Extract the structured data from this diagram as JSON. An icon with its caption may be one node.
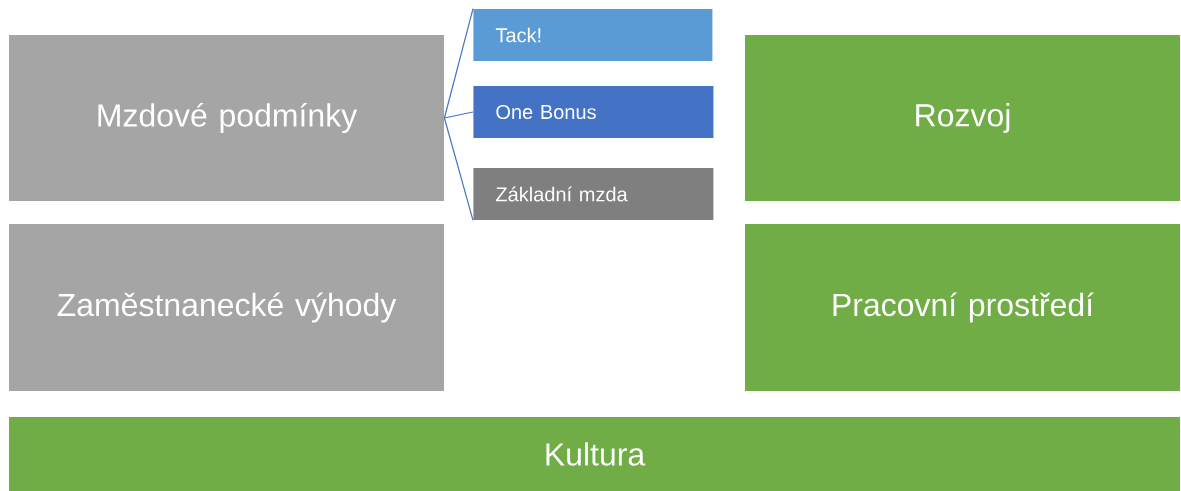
{
  "diagram": {
    "nodes": [
      {
        "text": [
          "Mzdové podmínky"
        ]
      },
      {
        "text": [
          "Tack!"
        ]
      },
      {
        "text": [
          "One Bonus"
        ]
      },
      {
        "text": [
          "Základní mzda"
        ]
      },
      {
        "text": [
          "Zaměstnanecké výhody"
        ]
      },
      {
        "text": [
          "Rozvoj"
        ]
      },
      {
        "text": [
          "Pracovní prostředí"
        ]
      },
      {
        "text": [
          "Kultura"
        ]
      }
    ],
    "edges": [
      {
        "from": 0,
        "to": 1,
        "arrow": "none"
      },
      {
        "from": 0,
        "to": 2,
        "arrow": "none"
      },
      {
        "from": 0,
        "to": 3,
        "arrow": "none"
      }
    ]
  }
}
